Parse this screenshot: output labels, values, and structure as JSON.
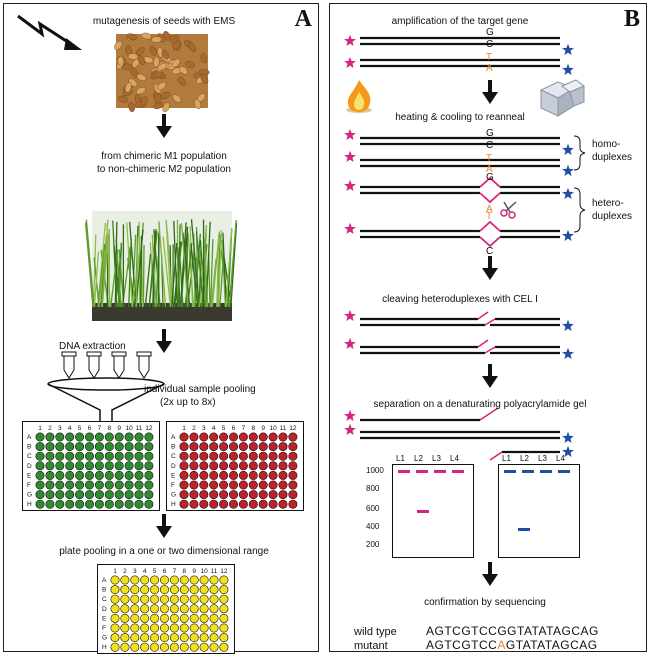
{
  "panel_a": {
    "letter": "A",
    "step1": "mutagenesis of seeds with EMS",
    "step2_line1": "from chimeric M1 population",
    "step2_line2": "to non-chimeric M2 population",
    "dna_extraction": "DNA extraction",
    "pooling_line1": "individual sample pooling",
    "pooling_line2": "(2x up to 8x)",
    "plate_pooling": "plate pooling in a one or two dimensional range",
    "plate_rows": [
      "A",
      "B",
      "C",
      "D",
      "E",
      "F",
      "G",
      "H"
    ],
    "plate_cols": [
      "1",
      "2",
      "3",
      "4",
      "5",
      "6",
      "7",
      "8",
      "9",
      "10",
      "11",
      "12"
    ],
    "colors": {
      "green": "#2e8b2e",
      "red": "#c0202a",
      "yellow": "#f2e01a"
    }
  },
  "panel_b": {
    "letter": "B",
    "step1": "amplification of the target gene",
    "step2": "heating & cooling to reanneal",
    "homo_line1": "homo-",
    "homo_line2": "duplexes",
    "hetero_line1": "hetero-",
    "hetero_line2": "duplexes",
    "step3": "cleaving heteroduplexes with CEL I",
    "step4": "separation on a denaturating polyacrylamide gel",
    "step5": "confirmation by sequencing",
    "bases": {
      "g": "G",
      "c": "C",
      "t": "T",
      "a": "A"
    },
    "gel_lanes": [
      "L1",
      "L2",
      "L3",
      "L4"
    ],
    "gel_ticks": [
      "1000",
      "800",
      "600",
      "400",
      "200"
    ],
    "wild_type_label": "wild type",
    "mutant_label": "mutant",
    "wild_type_seq": "AGTCGTCCGGTATATAGCAG",
    "mutant_seq_before": "AGTCGTCC",
    "mutant_seq_mut": "A",
    "mutant_seq_after": "GTATATAGCAG",
    "colors": {
      "magenta": "#d6247f",
      "blue": "#1e4fa0",
      "orange": "#e8862a"
    }
  }
}
